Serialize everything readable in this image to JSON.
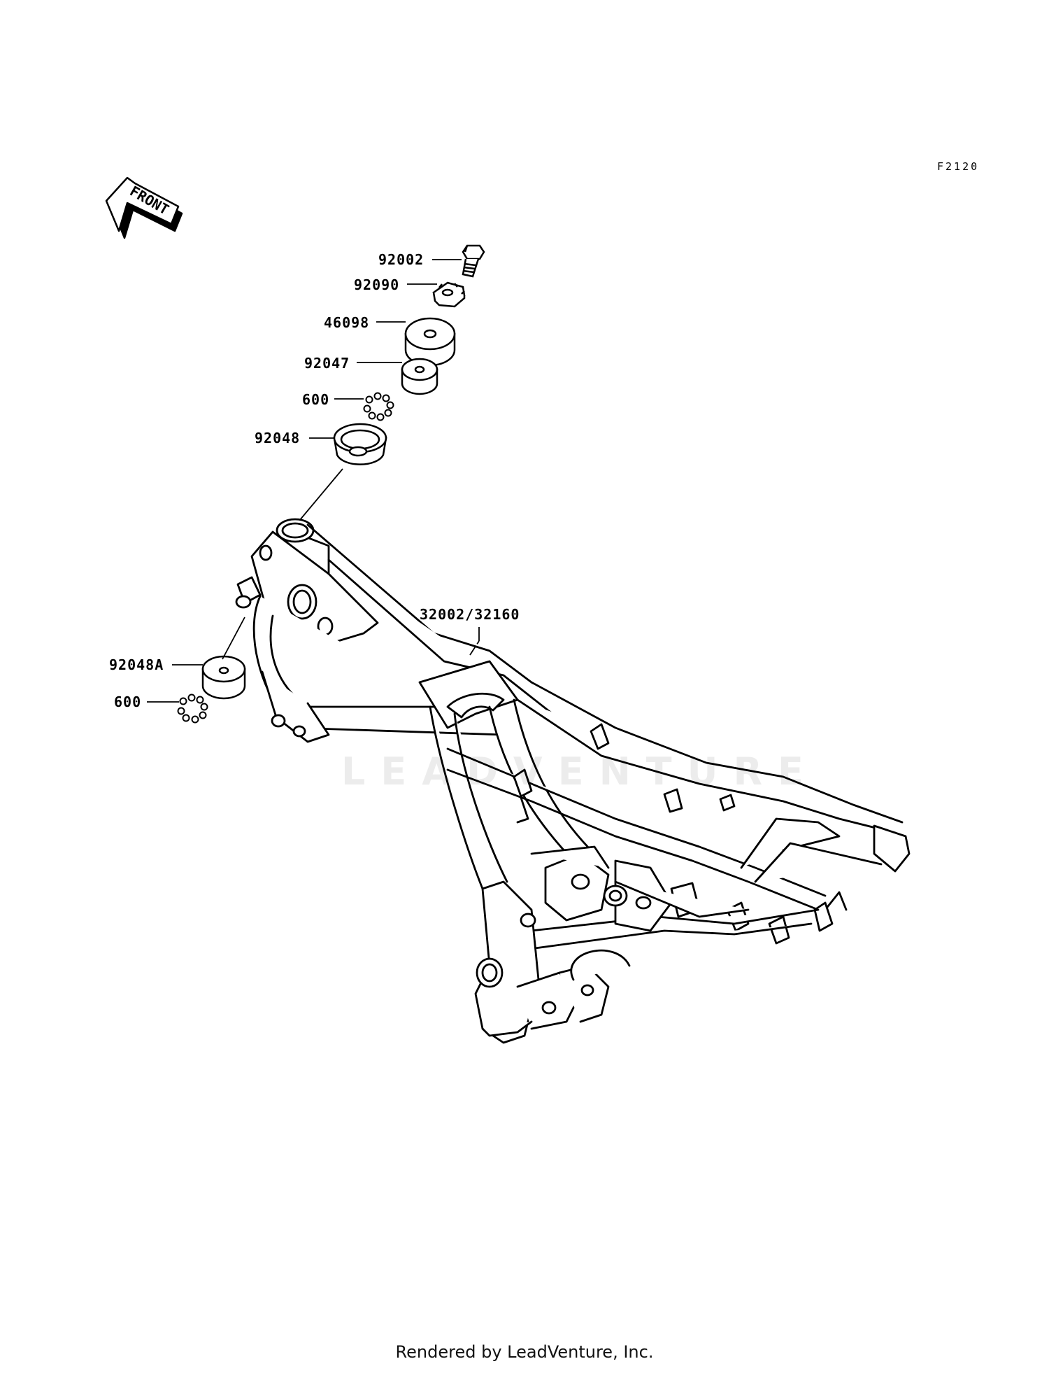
{
  "diagram_code": "F2120",
  "front_arrow": {
    "label": "FRONT"
  },
  "parts": [
    {
      "id": "p1",
      "number": "92002",
      "desc": "bolt"
    },
    {
      "id": "p2",
      "number": "92090",
      "desc": "nut"
    },
    {
      "id": "p3",
      "number": "46098",
      "desc": "damper"
    },
    {
      "id": "p4",
      "number": "92047",
      "desc": "bearing"
    },
    {
      "id": "p5",
      "number": "600",
      "desc": "steel balls"
    },
    {
      "id": "p6",
      "number": "92048",
      "desc": "race"
    },
    {
      "id": "p7",
      "number": "92048A",
      "desc": "race"
    },
    {
      "id": "p8",
      "number": "600",
      "desc": "steel balls"
    },
    {
      "id": "p9",
      "number": "32002/32160",
      "desc": "frame"
    }
  ],
  "watermark": "LEADVENTURE",
  "footer": "Rendered by LeadVenture, Inc."
}
